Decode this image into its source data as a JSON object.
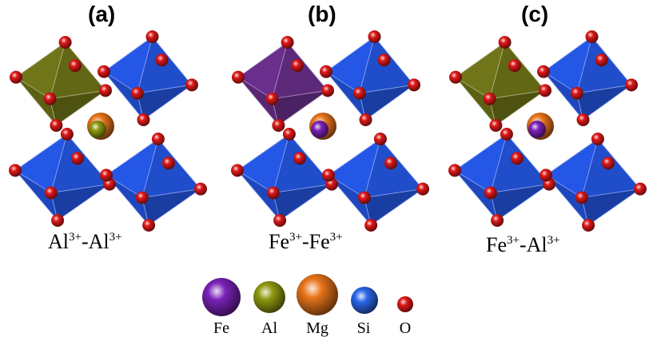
{
  "panels": [
    {
      "label": "(a)",
      "caption": {
        "ion1": "Al",
        "charge1": "3+",
        "sep": "-",
        "ion2": "Al",
        "charge2": "3+"
      },
      "corner_octahedron": "Al",
      "center_atoms": [
        "Mg",
        "Al"
      ]
    },
    {
      "label": "(b)",
      "caption": {
        "ion1": "Fe",
        "charge1": "3+",
        "sep": "-",
        "ion2": "Fe",
        "charge2": "3+"
      },
      "corner_octahedron": "Fe",
      "center_atoms": [
        "Mg",
        "Fe"
      ]
    },
    {
      "label": "(c)",
      "caption": {
        "ion1": "Fe",
        "charge1": "3+",
        "sep": "-",
        "ion2": "Al",
        "charge2": "3+"
      },
      "corner_octahedron": "Al",
      "center_atoms": [
        "Mg",
        "Fe"
      ]
    }
  ],
  "legend": [
    {
      "name": "Fe",
      "color": "#7a22b8"
    },
    {
      "name": "Al",
      "color": "#8f9a10"
    },
    {
      "name": "Mg",
      "color": "#e8741a"
    },
    {
      "name": "Si",
      "color": "#2a66e8"
    },
    {
      "name": "O",
      "color": "#e01818"
    }
  ],
  "colors": {
    "si_octahedron": "#2457e6",
    "al_octahedron": "#6f7518",
    "fe_octahedron": "#6a2f8c",
    "oxygen": "#e01818"
  }
}
